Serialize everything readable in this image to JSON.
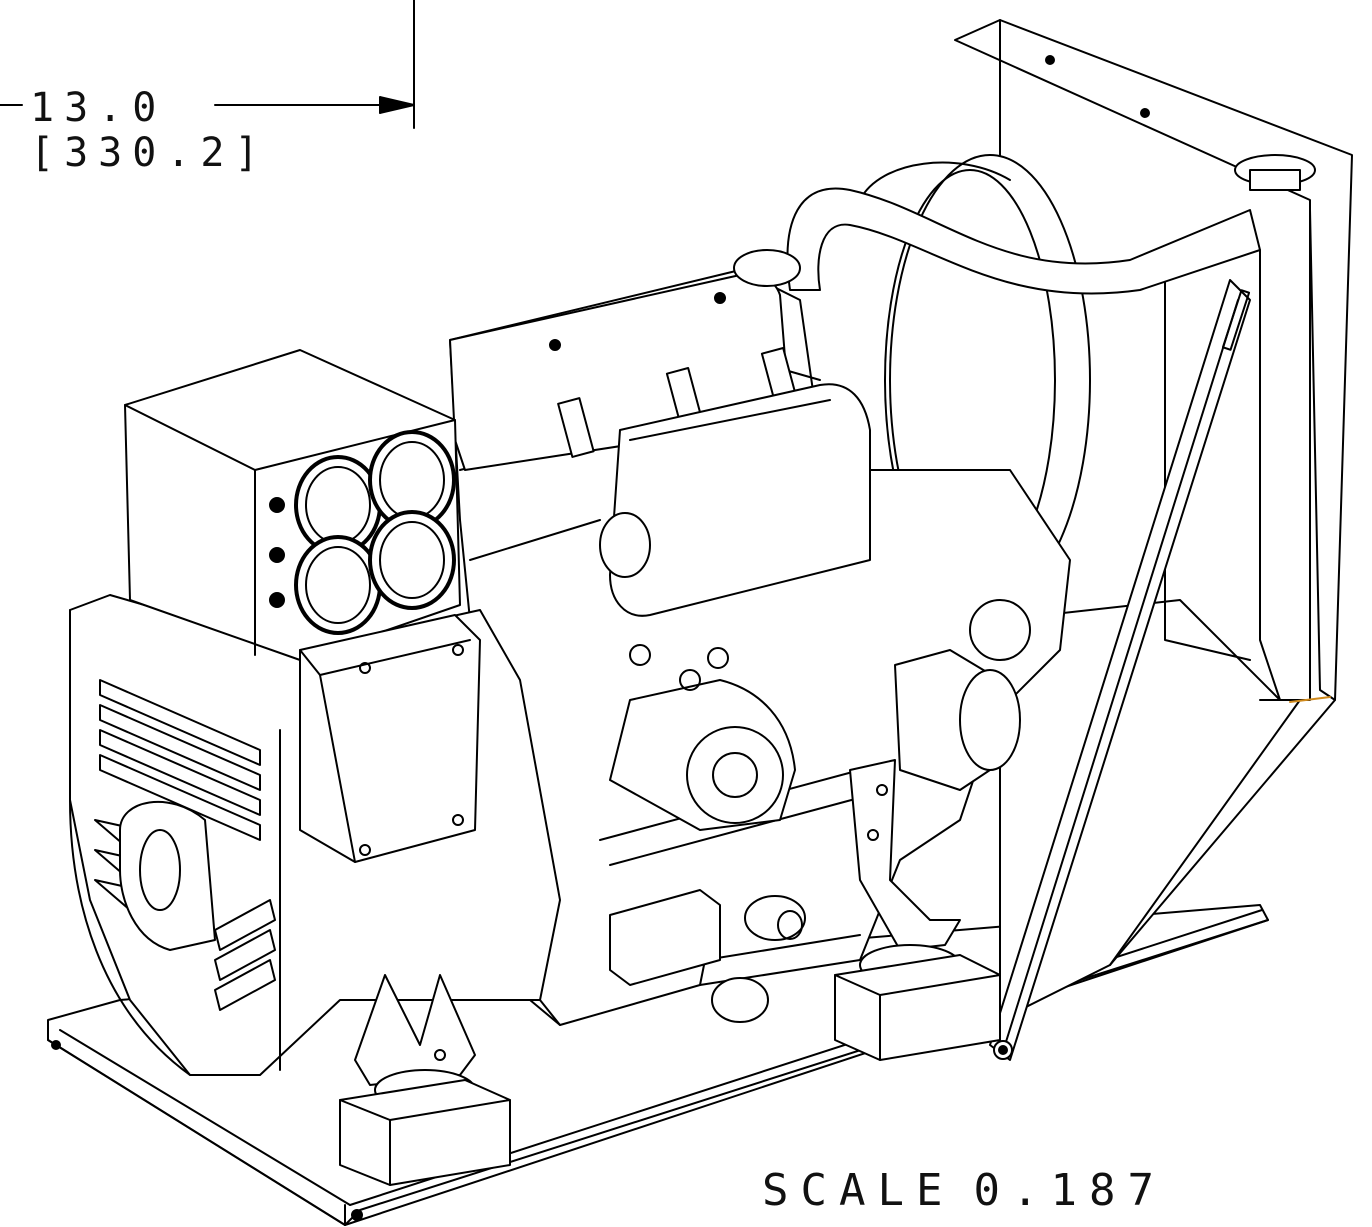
{
  "dimension": {
    "imperial": "13.0",
    "metric": "[330.2]"
  },
  "scale": {
    "label": "SCALE",
    "value": "0.187"
  }
}
